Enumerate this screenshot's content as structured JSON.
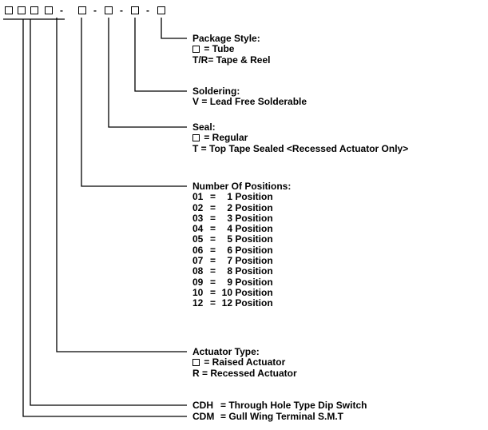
{
  "part_code": {
    "dash": "-"
  },
  "sections": {
    "package": {
      "title": "Package Style:",
      "options": [
        {
          "key": "",
          "square": true,
          "text": " = Tube"
        },
        {
          "key": "T/R",
          "square": false,
          "text": "= Tape & Reel"
        }
      ]
    },
    "soldering": {
      "title": "Soldering:",
      "options": [
        {
          "key": "V",
          "square": false,
          "text": " = Lead Free Solderable"
        }
      ]
    },
    "seal": {
      "title": "Seal:",
      "options": [
        {
          "key": "",
          "square": true,
          "text": " = Regular"
        },
        {
          "key": "T",
          "square": false,
          "text": " = Top Tape Sealed <Recessed Actuator Only>"
        }
      ]
    },
    "positions": {
      "title": "Number Of Positions:",
      "options": [
        {
          "code": "01",
          "eq": "=",
          "num": "1",
          "label": "Position"
        },
        {
          "code": "02",
          "eq": "=",
          "num": "2",
          "label": "Position"
        },
        {
          "code": "03",
          "eq": "=",
          "num": "3",
          "label": "Position"
        },
        {
          "code": "04",
          "eq": "=",
          "num": "4",
          "label": "Position"
        },
        {
          "code": "05",
          "eq": "=",
          "num": "5",
          "label": "Position"
        },
        {
          "code": "06",
          "eq": "=",
          "num": "6",
          "label": "Position"
        },
        {
          "code": "07",
          "eq": "=",
          "num": "7",
          "label": "Position"
        },
        {
          "code": "08",
          "eq": "=",
          "num": "8",
          "label": "Position"
        },
        {
          "code": "09",
          "eq": "=",
          "num": "9",
          "label": "Position"
        },
        {
          "code": "10",
          "eq": "=",
          "num": "10",
          "label": "Position"
        },
        {
          "code": "12",
          "eq": "=",
          "num": "12",
          "label": "Position"
        }
      ]
    },
    "actuator": {
      "title": "Actuator Type:",
      "options": [
        {
          "key": "",
          "square": true,
          "text": " = Raised Actuator"
        },
        {
          "key": "R",
          "square": false,
          "text": " = Recessed Actuator"
        }
      ]
    }
  },
  "families": [
    {
      "code": "CDH",
      "text": "= Through Hole Type Dip Switch"
    },
    {
      "code": "CDM",
      "text": "= Gull Wing Terminal S.M.T"
    }
  ]
}
